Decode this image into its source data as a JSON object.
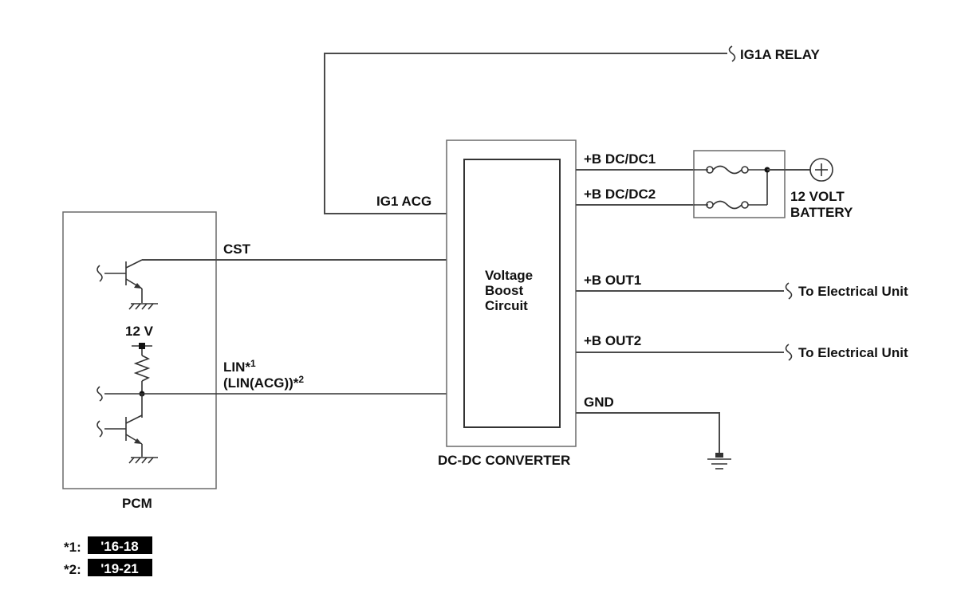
{
  "labels": {
    "ig1a_relay": "IG1A RELAY",
    "ig1_acg": "IG1 ACG",
    "cst": "CST",
    "lin": "LIN*",
    "lin_sup": "1",
    "lin_acg": "(LIN(ACG))*",
    "lin_acg_sup": "2",
    "twelve_v": "12 V",
    "pcm": "PCM",
    "voltage_boost_line1": "Voltage",
    "voltage_boost_line2": "Boost",
    "voltage_boost_line3": "Circuit",
    "dcdc_converter": "DC-DC CONVERTER",
    "b_dcdc1": "+B DC/DC1",
    "b_dcdc2": "+B DC/DC2",
    "b_out1": "+B OUT1",
    "b_out2": "+B OUT2",
    "gnd": "GND",
    "battery_line1": "12 VOLT",
    "battery_line2": "BATTERY",
    "to_electrical_unit_1": "To Electrical Unit",
    "to_electrical_unit_2": "To Electrical Unit"
  },
  "footnotes": [
    {
      "mark": "*1:",
      "badge": "'16-18"
    },
    {
      "mark": "*2:",
      "badge": "'19-21"
    }
  ],
  "colors": {
    "wire": "#4a4a4a",
    "badge_background": "#000000",
    "badge_text": "#ffffff"
  },
  "icons": {
    "transistor": "npn-transistor-icon",
    "ground": "ground-icon",
    "resistor": "resistor-icon",
    "fuse": "fuse-icon",
    "battery": "battery-plus-icon",
    "connector": "connector-break-icon"
  }
}
